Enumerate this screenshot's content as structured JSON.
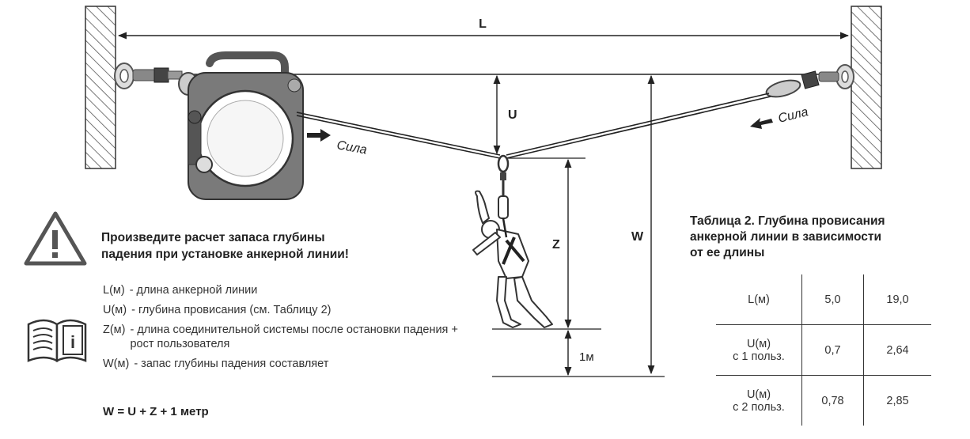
{
  "diagram": {
    "labels": {
      "L": "L",
      "U": "U",
      "Z": "Z",
      "W": "W",
      "one_m": "1м",
      "force_left": "Сила",
      "force_right": "Сила"
    }
  },
  "warning": {
    "title_line1": "Произведите расчет запаса глубины",
    "title_line2": "падения при установке анкерной линии!"
  },
  "legend": [
    {
      "symbol": "L(м)",
      "text": "- длина анкерной линии"
    },
    {
      "symbol": "U(м)",
      "text": "- глубина провисания (см. Таблицу 2)"
    },
    {
      "symbol": "Z(м)",
      "text": "- длина соединительной системы после остановки падения + рост пользователя"
    },
    {
      "symbol": "W(м)",
      "text": "- запас глубины падения составляет"
    }
  ],
  "formula": "W = U + Z + 1 метр",
  "table": {
    "title_line1": "Таблица 2. Глубина провисания",
    "title_line2": "анкерной линии в зависимости",
    "title_line3": "от ее длины",
    "rows": [
      {
        "h1": "L(м)",
        "h2": "",
        "v1": "5,0",
        "v2": "19,0"
      },
      {
        "h1": "U(м)",
        "h2": "с 1 польз.",
        "v1": "0,7",
        "v2": "2,64"
      },
      {
        "h1": "U(м)",
        "h2": "с 2 польз.",
        "v1": "0,78",
        "v2": "2,85"
      }
    ]
  }
}
